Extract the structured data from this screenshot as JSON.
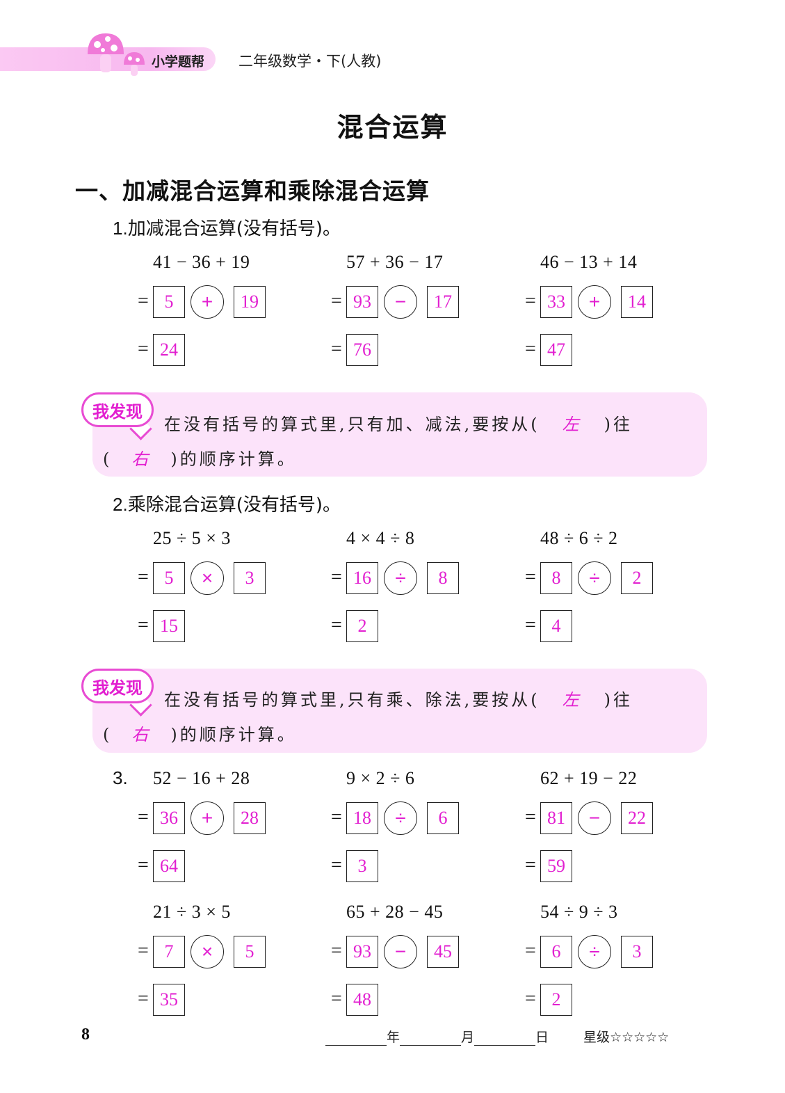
{
  "header": {
    "brand": "小学题帮",
    "book_title": "二年级数学・下(人教)"
  },
  "page_title": "混合运算",
  "section_heading": "一、加减混合运算和乘除混合运算",
  "part1": {
    "num": "1.",
    "title": "加减混合运算(没有括号)。",
    "problems": [
      {
        "expr": "41 − 36 + 19",
        "a": "5",
        "op": "+",
        "b": "19",
        "result": "24"
      },
      {
        "expr": "57 + 36 − 17",
        "a": "93",
        "op": "−",
        "b": "17",
        "result": "76"
      },
      {
        "expr": "46 − 13 + 14",
        "a": "33",
        "op": "+",
        "b": "14",
        "result": "47"
      }
    ]
  },
  "discover1": {
    "badge": "我发现",
    "line1_before": "在没有括号的算式里,只有加、减法,要按从(",
    "answer1": "左",
    "line1_after": ")往",
    "line2_open": "(",
    "answer2": "右",
    "line2_after": ")的顺序计算。"
  },
  "part2": {
    "num": "2.",
    "title": "乘除混合运算(没有括号)。",
    "problems": [
      {
        "expr": "25 ÷ 5 × 3",
        "a": "5",
        "op": "×",
        "b": "3",
        "result": "15"
      },
      {
        "expr": "4 × 4 ÷ 8",
        "a": "16",
        "op": "÷",
        "b": "8",
        "result": "2"
      },
      {
        "expr": "48 ÷ 6 ÷ 2",
        "a": "8",
        "op": "÷",
        "b": "2",
        "result": "4"
      }
    ]
  },
  "discover2": {
    "badge": "我发现",
    "line1_before": "在没有括号的算式里,只有乘、除法,要按从(",
    "answer1": "左",
    "line1_after": ")往",
    "line2_open": "(",
    "answer2": "右",
    "line2_after": ")的顺序计算。"
  },
  "part3": {
    "num": "3.",
    "problems": [
      {
        "expr": "52 − 16 + 28",
        "a": "36",
        "op": "+",
        "b": "28",
        "result": "64"
      },
      {
        "expr": "9 × 2 ÷ 6",
        "a": "18",
        "op": "÷",
        "b": "6",
        "result": "3"
      },
      {
        "expr": "62 + 19 − 22",
        "a": "81",
        "op": "−",
        "b": "22",
        "result": "59"
      },
      {
        "expr": "21 ÷ 3 × 5",
        "a": "7",
        "op": "×",
        "b": "5",
        "result": "35"
      },
      {
        "expr": "65 + 28 − 45",
        "a": "93",
        "op": "−",
        "b": "45",
        "result": "48"
      },
      {
        "expr": "54 ÷ 9 ÷ 3",
        "a": "6",
        "op": "÷",
        "b": "3",
        "result": "2"
      }
    ]
  },
  "colors": {
    "answer": "#e21fd0",
    "accent_pink": "#f7b8ef",
    "panel_pink": "#fce3fa"
  },
  "footer": {
    "page_number": "8",
    "year_label": "年",
    "month_label": "月",
    "day_label": "日",
    "rating_label": "星级",
    "stars": "☆☆☆☆☆"
  }
}
